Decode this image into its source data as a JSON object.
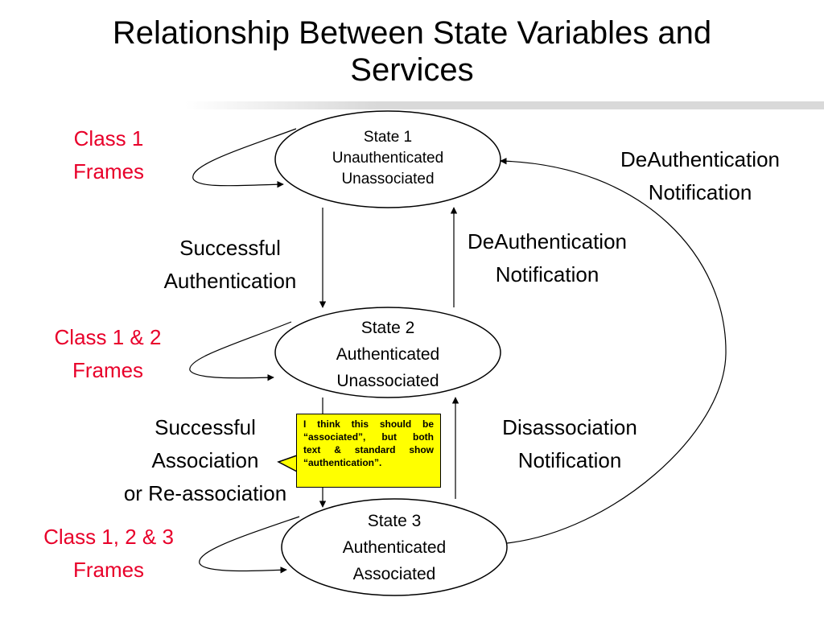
{
  "title": {
    "line1": "Relationship Between State Variables and",
    "line2": "Services"
  },
  "states": [
    {
      "name": "State 1",
      "line2": "Unauthenticated",
      "line3": "Unassociated"
    },
    {
      "name": "State 2",
      "line2": "Authenticated",
      "line3": "Unassociated"
    },
    {
      "name": "State 3",
      "line2": "Authenticated",
      "line3": "Associated"
    }
  ],
  "frame_labels": [
    {
      "line1": "Class 1",
      "line2": "Frames"
    },
    {
      "line1": "Class 1 & 2",
      "line2": "Frames"
    },
    {
      "line1": "Class 1, 2 & 3",
      "line2": "Frames"
    }
  ],
  "transitions": {
    "auth": {
      "line1": "Successful",
      "line2": "Authentication"
    },
    "deauth_1_2": {
      "line1": "DeAuthentication",
      "line2": "Notification"
    },
    "assoc": {
      "line1": "Successful",
      "line2": "Association",
      "line3": "or Re-association"
    },
    "disassoc": {
      "line1": "Disassociation",
      "line2": "Notification"
    },
    "deauth_3_1": {
      "line1": "DeAuthentication",
      "line2": "Notification"
    }
  },
  "callout": {
    "line1": "I think this should be",
    "line2": "“associated”, but both",
    "line3": "text & standard show",
    "line4": "“authentication”."
  },
  "colors": {
    "frame_label": "#e8002a",
    "callout_fill": "#ffff00",
    "line": "#000000"
  }
}
